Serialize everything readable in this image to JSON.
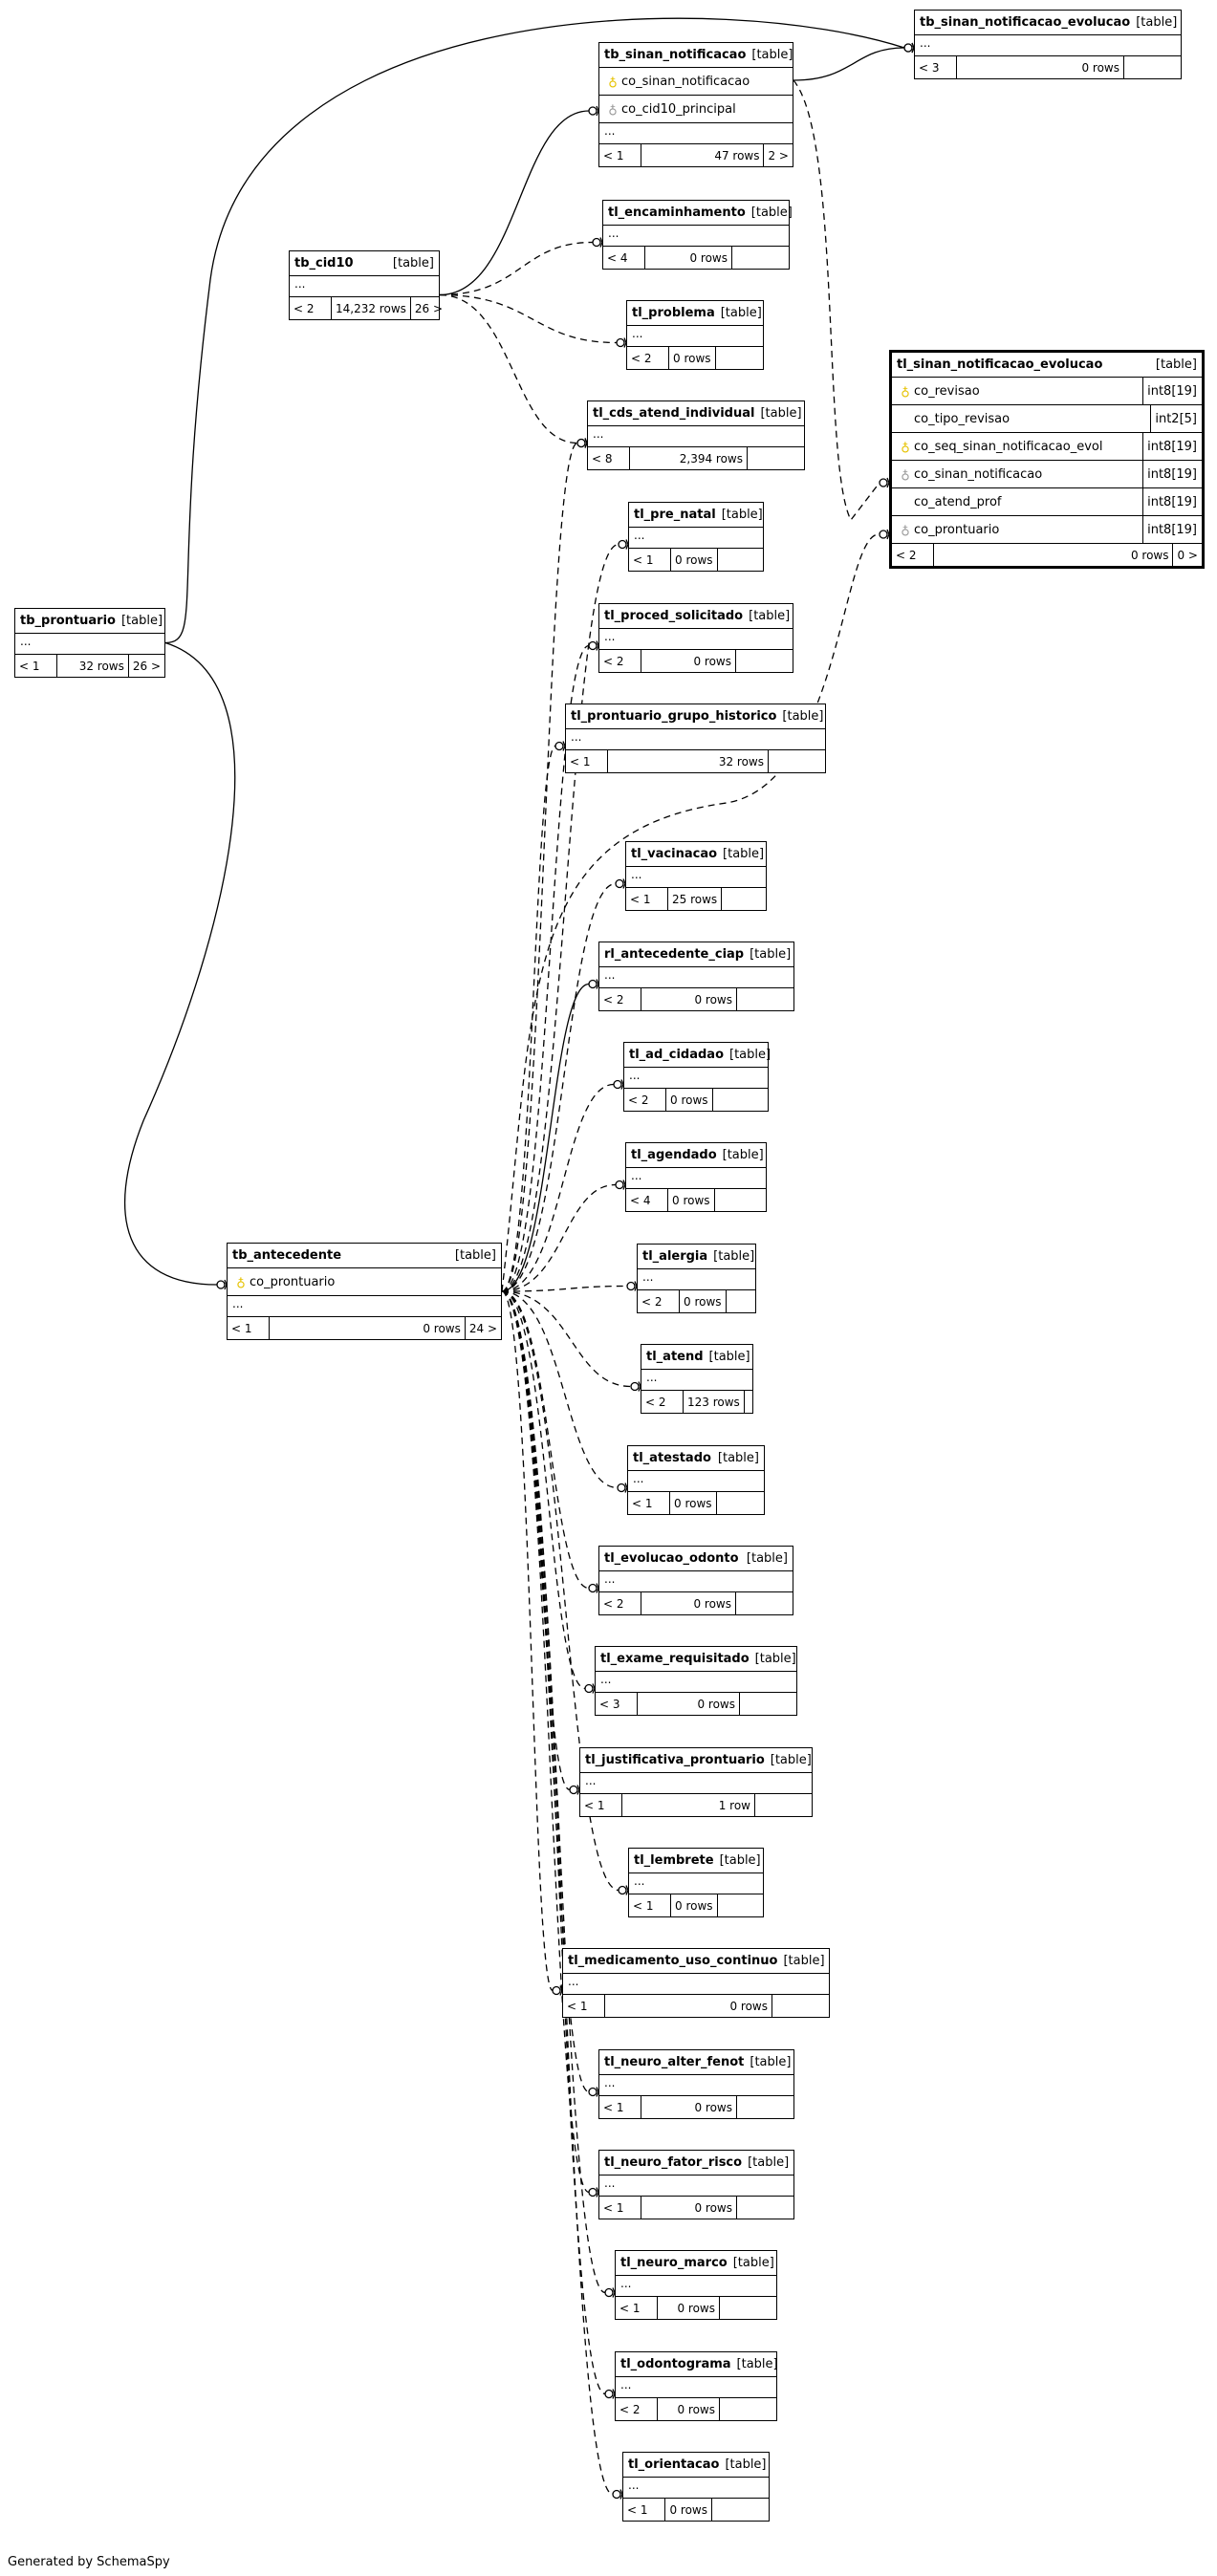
{
  "credit": "Generated by SchemaSpy",
  "tables": [
    {
      "id": "tb_sinan_notificacao_evolucao",
      "name": "tb_sinan_notificacao_evolucao",
      "type": "[table]",
      "columns": [],
      "ell": "...",
      "f1": "< 3",
      "f2": "0 rows",
      "f3": ""
    },
    {
      "id": "tb_sinan_notificacao",
      "name": "tb_sinan_notificacao",
      "type": "[table]",
      "columns": [
        {
          "name": "co_sinan_notificacao",
          "icon": "pk"
        },
        {
          "name": "co_cid10_principal",
          "icon": "fk"
        }
      ],
      "ell": "...",
      "f1": "< 1",
      "f2": "47 rows",
      "f3": "2 >"
    },
    {
      "id": "tl_encaminhamento",
      "name": "tl_encaminhamento",
      "type": "[table]",
      "columns": [],
      "ell": "...",
      "f1": "< 4",
      "f2": "0 rows",
      "f3": ""
    },
    {
      "id": "tb_cid10",
      "name": "tb_cid10",
      "type": "[table]",
      "columns": [],
      "ell": "...",
      "f1": "< 2",
      "f2": "14,232 rows",
      "f3": "26 >"
    },
    {
      "id": "tl_problema",
      "name": "tl_problema",
      "type": "[table]",
      "columns": [],
      "ell": "...",
      "f1": "< 2",
      "f2": "0 rows",
      "f3": ""
    },
    {
      "id": "tl_sinan_notificacao_evolucao",
      "name": "tl_sinan_notificacao_evolucao",
      "type": "[table]",
      "focus": true,
      "columns": [
        {
          "name": "co_revisao",
          "icon": "pk",
          "type": "int8[19]"
        },
        {
          "name": "co_tipo_revisao",
          "icon": "",
          "type": "int2[5]"
        },
        {
          "name": "co_seq_sinan_notificacao_evol",
          "icon": "pk",
          "type": "int8[19]"
        },
        {
          "name": "co_sinan_notificacao",
          "icon": "fk",
          "type": "int8[19]"
        },
        {
          "name": "co_atend_prof",
          "icon": "",
          "type": "int8[19]"
        },
        {
          "name": "co_prontuario",
          "icon": "fk",
          "type": "int8[19]"
        }
      ],
      "ell": "",
      "f1": "< 2",
      "f2": "0 rows",
      "f3": "0 >"
    },
    {
      "id": "tl_cds_atend_individual",
      "name": "tl_cds_atend_individual",
      "type": "[table]",
      "columns": [],
      "ell": "...",
      "f1": "< 8",
      "f2": "2,394 rows",
      "f3": ""
    },
    {
      "id": "tl_pre_natal",
      "name": "tl_pre_natal",
      "type": "[table]",
      "columns": [],
      "ell": "...",
      "f1": "< 1",
      "f2": "0 rows",
      "f3": ""
    },
    {
      "id": "tb_prontuario",
      "name": "tb_prontuario",
      "type": "[table]",
      "columns": [],
      "ell": "...",
      "f1": "< 1",
      "f2": "32 rows",
      "f3": "26 >"
    },
    {
      "id": "tl_proced_solicitado",
      "name": "tl_proced_solicitado",
      "type": "[table]",
      "columns": [],
      "ell": "...",
      "f1": "< 2",
      "f2": "0 rows",
      "f3": ""
    },
    {
      "id": "tl_prontuario_grupo_historico",
      "name": "tl_prontuario_grupo_historico",
      "type": "[table]",
      "columns": [],
      "ell": "...",
      "f1": "< 1",
      "f2": "32 rows",
      "f3": ""
    },
    {
      "id": "tl_vacinacao",
      "name": "tl_vacinacao",
      "type": "[table]",
      "columns": [],
      "ell": "...",
      "f1": "< 1",
      "f2": "25 rows",
      "f3": ""
    },
    {
      "id": "rl_antecedente_ciap",
      "name": "rl_antecedente_ciap",
      "type": "[table]",
      "columns": [],
      "ell": "...",
      "f1": "< 2",
      "f2": "0 rows",
      "f3": ""
    },
    {
      "id": "tl_ad_cidadao",
      "name": "tl_ad_cidadao",
      "type": "[table]",
      "columns": [],
      "ell": "...",
      "f1": "< 2",
      "f2": "0 rows",
      "f3": ""
    },
    {
      "id": "tl_agendado",
      "name": "tl_agendado",
      "type": "[table]",
      "columns": [],
      "ell": "...",
      "f1": "< 4",
      "f2": "0 rows",
      "f3": ""
    },
    {
      "id": "tb_antecedente",
      "name": "tb_antecedente",
      "type": "[table]",
      "columns": [
        {
          "name": "co_prontuario",
          "icon": "pk"
        }
      ],
      "ell": "...",
      "f1": "< 1",
      "f2": "0 rows",
      "f3": "24 >"
    },
    {
      "id": "tl_alergia",
      "name": "tl_alergia",
      "type": "[table]",
      "columns": [],
      "ell": "...",
      "f1": "< 2",
      "f2": "0 rows",
      "f3": ""
    },
    {
      "id": "tl_atend",
      "name": "tl_atend",
      "type": "[table]",
      "columns": [],
      "ell": "...",
      "f1": "< 2",
      "f2": "123 rows",
      "f3": ""
    },
    {
      "id": "tl_atestado",
      "name": "tl_atestado",
      "type": "[table]",
      "columns": [],
      "ell": "...",
      "f1": "< 1",
      "f2": "0 rows",
      "f3": ""
    },
    {
      "id": "tl_evolucao_odonto",
      "name": "tl_evolucao_odonto",
      "type": "[table]",
      "columns": [],
      "ell": "...",
      "f1": "< 2",
      "f2": "0 rows",
      "f3": ""
    },
    {
      "id": "tl_exame_requisitado",
      "name": "tl_exame_requisitado",
      "type": "[table]",
      "columns": [],
      "ell": "...",
      "f1": "< 3",
      "f2": "0 rows",
      "f3": ""
    },
    {
      "id": "tl_justificativa_prontuario",
      "name": "tl_justificativa_prontuario",
      "type": "[table]",
      "columns": [],
      "ell": "...",
      "f1": "< 1",
      "f2": "1 row",
      "f3": ""
    },
    {
      "id": "tl_lembrete",
      "name": "tl_lembrete",
      "type": "[table]",
      "columns": [],
      "ell": "...",
      "f1": "< 1",
      "f2": "0 rows",
      "f3": ""
    },
    {
      "id": "tl_medicamento_uso_continuo",
      "name": "tl_medicamento_uso_continuo",
      "type": "[table]",
      "columns": [],
      "ell": "...",
      "f1": "< 1",
      "f2": "0 rows",
      "f3": ""
    },
    {
      "id": "tl_neuro_alter_fenot",
      "name": "tl_neuro_alter_fenot",
      "type": "[table]",
      "columns": [],
      "ell": "...",
      "f1": "< 1",
      "f2": "0 rows",
      "f3": ""
    },
    {
      "id": "tl_neuro_fator_risco",
      "name": "tl_neuro_fator_risco",
      "type": "[table]",
      "columns": [],
      "ell": "...",
      "f1": "< 1",
      "f2": "0 rows",
      "f3": ""
    },
    {
      "id": "tl_neuro_marco",
      "name": "tl_neuro_marco",
      "type": "[table]",
      "columns": [],
      "ell": "...",
      "f1": "< 1",
      "f2": "0 rows",
      "f3": ""
    },
    {
      "id": "tl_odontograma",
      "name": "tl_odontograma",
      "type": "[table]",
      "columns": [],
      "ell": "...",
      "f1": "< 2",
      "f2": "0 rows",
      "f3": ""
    },
    {
      "id": "tl_orientacao",
      "name": "tl_orientacao",
      "type": "[table]",
      "columns": [],
      "ell": "...",
      "f1": "< 1",
      "f2": "0 rows",
      "f3": ""
    }
  ]
}
